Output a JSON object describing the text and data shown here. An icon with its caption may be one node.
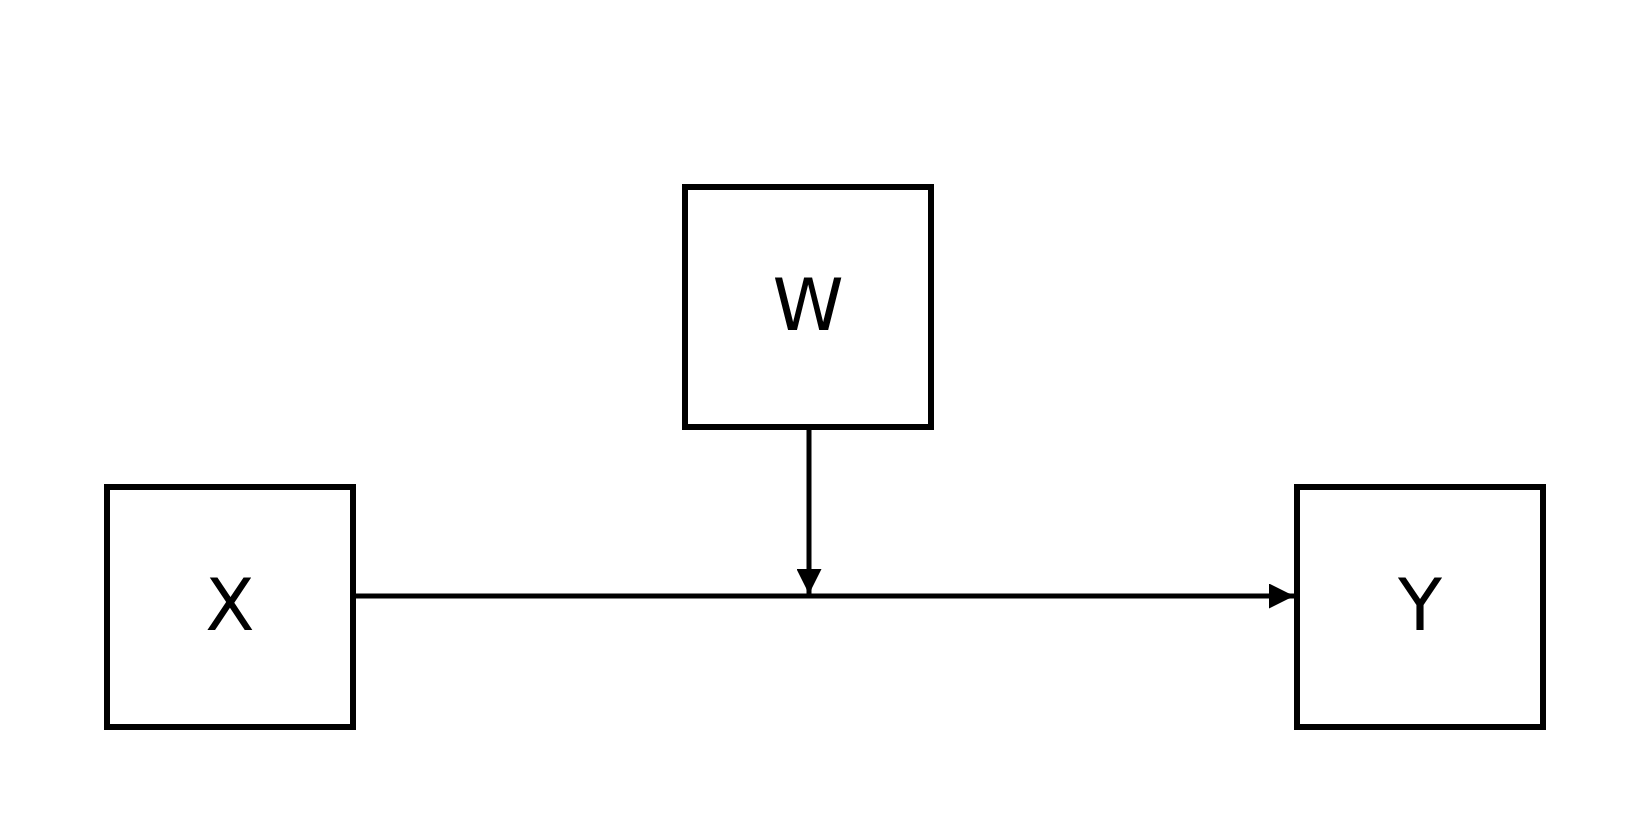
{
  "diagram": {
    "nodes": [
      {
        "text": [
          "W"
        ]
      },
      {
        "text": [
          "X"
        ]
      },
      {
        "text": [
          "Y"
        ]
      }
    ],
    "edges": [
      {
        "from": 1,
        "to": 2,
        "arrow": "to"
      },
      {
        "from": 0,
        "to": null,
        "arrow": "to"
      }
    ]
  }
}
